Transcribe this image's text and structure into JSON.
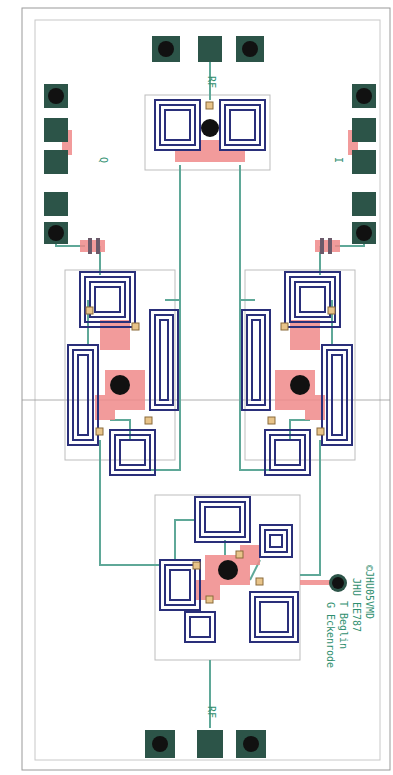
{
  "diagram": {
    "labels": [
      "RF",
      "Q",
      "I",
      "©JHU05VMD",
      "JHU EE787",
      "T Beglin",
      "G Eckenrode",
      "RF"
    ]
  }
}
